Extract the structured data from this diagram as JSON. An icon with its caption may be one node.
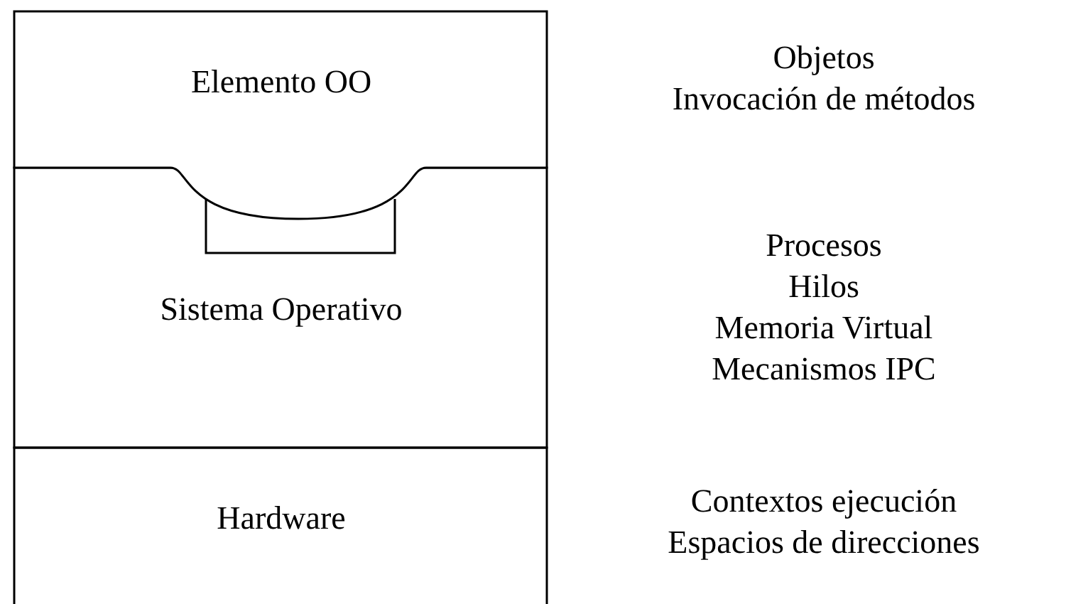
{
  "diagram": {
    "nodes": [
      {
        "text": [
          "Elemento OO"
        ],
        "beside": [
          "Objetos",
          "Invocación de métodos"
        ]
      },
      {
        "text": [
          "Sistema Operativo"
        ],
        "beside": [
          "Procesos",
          "Hilos",
          "Memoria Virtual",
          "Mecanismos IPC"
        ]
      },
      {
        "text": [],
        "shape": "box",
        "in": 1
      },
      {
        "text": [
          "Hardware"
        ],
        "beside": [
          "Contextos ejecución",
          "Espacios de direcciones"
        ]
      }
    ]
  }
}
